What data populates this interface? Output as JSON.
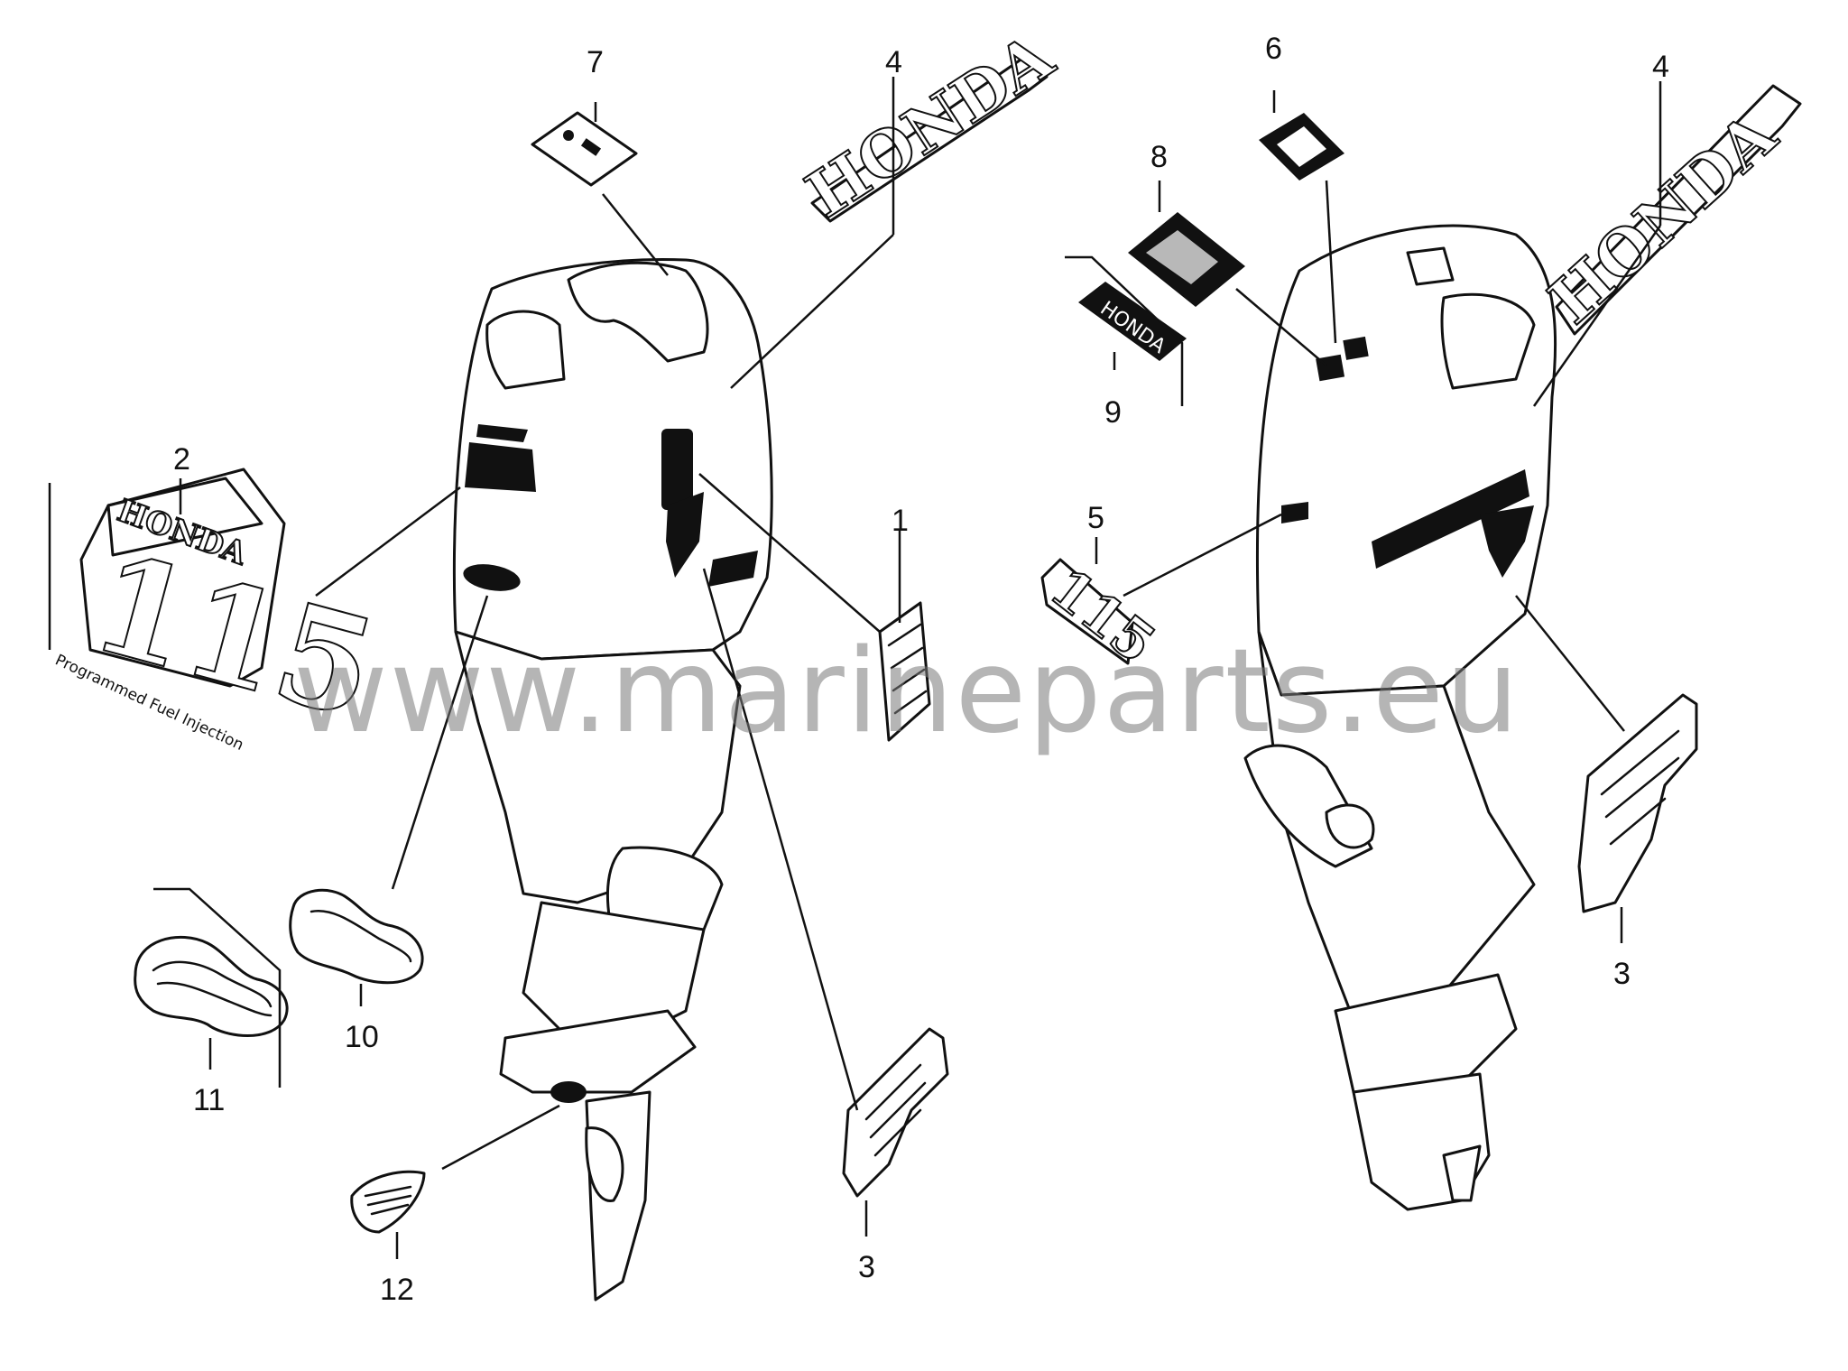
{
  "watermark": "www.marineparts.eu",
  "callouts": {
    "c1": "1",
    "c2": "2",
    "c3a": "3",
    "c3b": "3",
    "c4a": "4",
    "c4b": "4",
    "c5": "5",
    "c6": "6",
    "c7": "7",
    "c8": "8",
    "c9": "9",
    "c10": "10",
    "c11": "11",
    "c12": "12"
  },
  "decal_text": {
    "brand_left": "HONDA",
    "brand_right": "HONDA",
    "brand_small": "HONDA",
    "model_big": "115",
    "model_small": "115",
    "tagline": "Programmed Fuel Injection"
  }
}
